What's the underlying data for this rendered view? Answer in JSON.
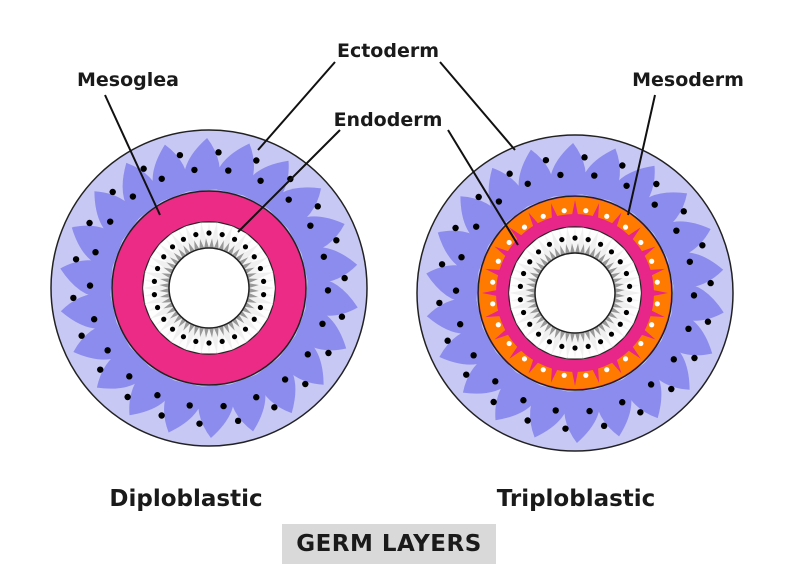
{
  "labels": {
    "ectoderm": "Ectoderm",
    "mesoglea": "Mesoglea",
    "endoderm": "Endoderm",
    "mesoderm": "Mesoderm"
  },
  "captions": {
    "left": "Diploblastic",
    "right": "Triploblastic"
  },
  "title": "GERM LAYERS",
  "colors": {
    "ectoderm_light": "#c8c8f5",
    "ectoderm_cell": "#8c8cee",
    "mesoglea": "#ec2b86",
    "mesoderm_bg": "#e8268a",
    "mesoderm_cell": "#ff7a00",
    "endoderm_light": "#f0f0f0",
    "endoderm_dark": "#8a8a8a",
    "nucleus": "#000000"
  }
}
